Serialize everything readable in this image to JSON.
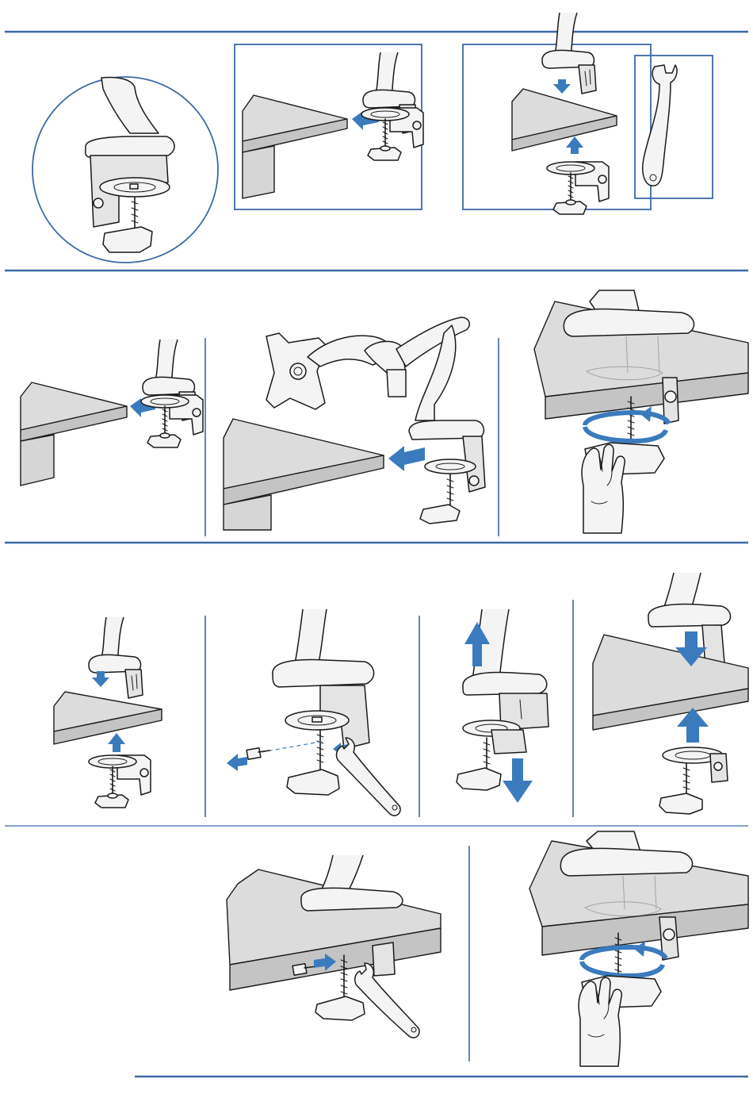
{
  "document": {
    "type": "assembly-instructions",
    "accent_color": "#3b6aa6",
    "arrow_color": "#3b7bbd",
    "sections": [
      {
        "name": "section-1",
        "figures": [
          "clamp-detail-circle",
          "clamp-slide-onto-desk",
          "clamp-exploded-with-wrench"
        ]
      },
      {
        "name": "section-2",
        "figures": [
          "clamp-slide-onto-desk-small",
          "arm-slide-onto-desk",
          "tighten-knob-underside"
        ]
      },
      {
        "name": "section-3",
        "figures": [
          "clamp-exploded-small",
          "remove-bolt-with-wrench",
          "separate-clamp-parts",
          "reassemble-through-desk"
        ]
      },
      {
        "name": "section-4",
        "figures": [
          "insert-bolt-with-wrench-under-desk",
          "tighten-knob-underside-final"
        ]
      }
    ],
    "icons": [
      "arrow-icon",
      "wrench-icon",
      "hand-icon",
      "rotate-arrow-icon",
      "bolt-icon"
    ]
  }
}
